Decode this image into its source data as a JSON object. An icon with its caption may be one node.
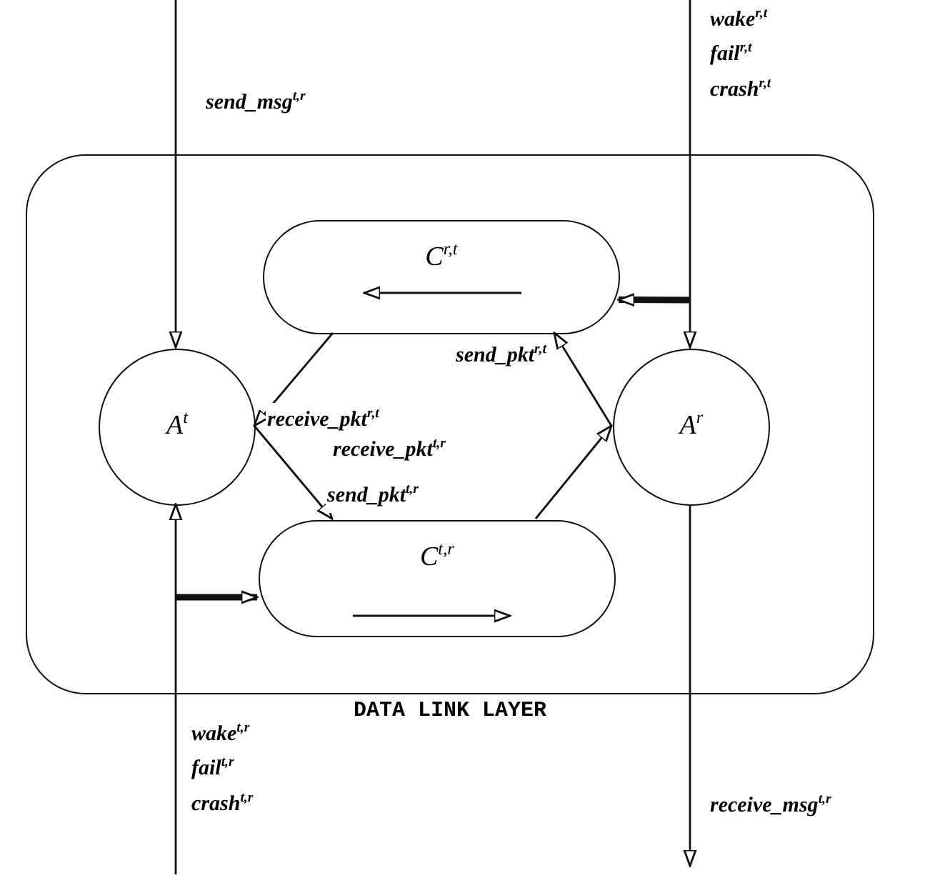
{
  "diagram": {
    "nodes": [
      {
        "text": [
          "DATA LINK LAYER"
        ]
      },
      {
        "text": [
          "C$^{r,t}$"
        ],
        "in": 0
      },
      {
        "text": [
          "A$^{t}$"
        ],
        "in": 0
      },
      {
        "text": [
          "A$^{r}$"
        ],
        "in": 0
      },
      {
        "text": [
          "C$^{t,r}$"
        ],
        "in": 0
      }
    ],
    "edges": [
      {
        "from": null,
        "to": 2,
        "arrow": "to",
        "label": "send_msg$^{t,r}$"
      },
      {
        "from": null,
        "to": 3,
        "arrow": "to",
        "label": "wake$^{r,t}$ fail$^{r,t}$ crash$^{r,t}$"
      },
      {
        "from": null,
        "to": 1,
        "arrow": "to",
        "style": "thick"
      },
      {
        "from": 1,
        "to": 2,
        "arrow": "to",
        "label": "receive_pkt$^{r,t}$"
      },
      {
        "from": 2,
        "to": 4,
        "arrow": "to",
        "label": "send_pkt$^{t,r}$"
      },
      {
        "from": 4,
        "to": 3,
        "arrow": "to",
        "label": "receive_pkt$^{t,r}$"
      },
      {
        "from": 3,
        "to": 1,
        "arrow": "to",
        "label": "send_pkt$^{r,t}$"
      },
      {
        "from": null,
        "to": 2,
        "arrow": "to",
        "label": "wake$^{t,r}$ fail$^{t,r}$ crash$^{t,r}$"
      },
      {
        "from": null,
        "to": 4,
        "arrow": "to",
        "style": "thick"
      },
      {
        "from": 3,
        "to": null,
        "arrow": "to",
        "label": "receive_msg$^{t,r}$"
      }
    ]
  }
}
